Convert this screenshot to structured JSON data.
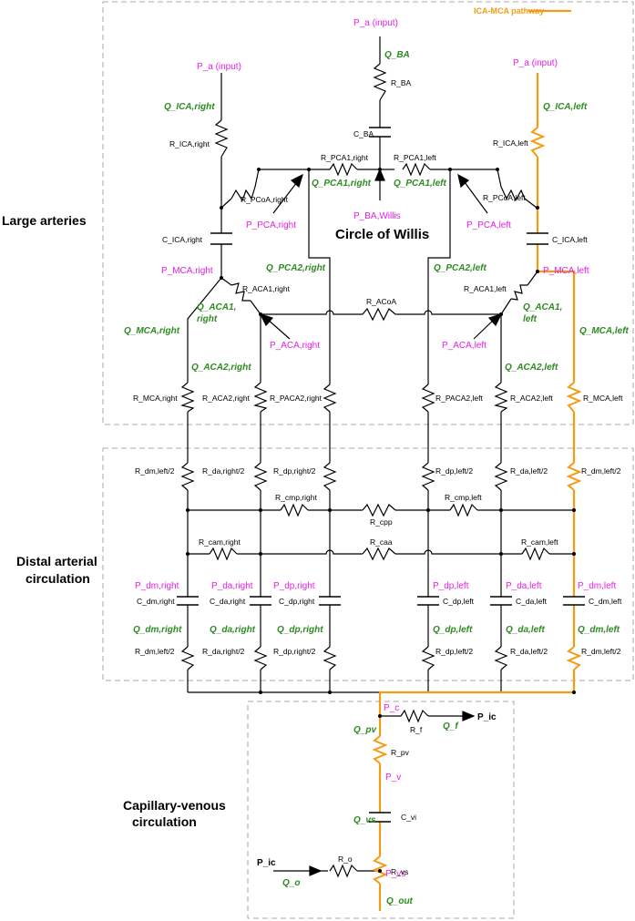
{
  "legend": {
    "label": "ICA-MCA pathway",
    "color": "#f39c12"
  },
  "colors": {
    "pressure": "#e61ee6",
    "flow": "#2e8b22",
    "wire": "#000000",
    "box": "#aaaaaa"
  },
  "sections": {
    "large": "Large arteries",
    "distal_1": "Distal arterial",
    "distal_2": "circulation",
    "capillary_1": "Capillary-venous",
    "capillary_2": "circulation"
  },
  "circle_of_willis": "Circle of Willis",
  "pressures": {
    "pa_top": "P_a (input)",
    "pa_right": "P_a (input)",
    "pa_left": "P_a (input)",
    "pba_willis": "P_BA,Willis",
    "ppca_right": "P_PCA,right",
    "ppca_left": "P_PCA,left",
    "pmca_right": "P_MCA,right",
    "pmca_left": "P_MCA,left",
    "paca_right": "P_ACA,right",
    "paca_left": "P_ACA,left",
    "pdm_right": "P_dm,right",
    "pda_right": "P_da,right",
    "pdp_right": "P_dp,right",
    "pdp_left": "P_dp,left",
    "pda_left": "P_da,left",
    "pdm_left": "P_dm,left",
    "pc": "P_c",
    "pv": "P_v",
    "pvs": "P_vs"
  },
  "flows": {
    "qba": "Q_BA",
    "qica_right": "Q_ICA,right",
    "qica_left": "Q_ICA,left",
    "qpca1_right": "Q_PCA1,right",
    "qpca1_left": "Q_PCA1,left",
    "qpca2_right": "Q_PCA2,right",
    "qpca2_left": "Q_PCA2,left",
    "qaca1_right_1": "Q_ACA1,",
    "qaca1_right_2": "right",
    "qaca1_left_1": "Q_ACA1,",
    "qaca1_left_2": "left",
    "qmca_right": "Q_MCA,right",
    "qmca_left": "Q_MCA,left",
    "qaca2_right": "Q_ACA2,right",
    "qaca2_left": "Q_ACA2,left",
    "qdm_right": "Q_dm,right",
    "qda_right": "Q_da,right",
    "qdp_right": "Q_dp,right",
    "qdp_left": "Q_dp,left",
    "qda_left": "Q_da,left",
    "qdm_left": "Q_dm,left",
    "qpv": "Q_pv",
    "qf": "Q_f",
    "qvs": "Q_vs",
    "qo": "Q_o",
    "qout": "Q_out"
  },
  "terminals": {
    "pic_right": "P_ic",
    "pic_left": "P_ic"
  },
  "components": {
    "r_ba": "R_BA",
    "c_ba": "C_BA",
    "r_ica_right": "R_ICA,right",
    "r_ica_left": "R_ICA,left",
    "r_pca1_right": "R_PCA1,right",
    "r_pca1_left": "R_PCA1,left",
    "r_pcoa_right": "R_PCoA,right",
    "r_pcoa_left": "R_PCoA,left",
    "c_ica_right": "C_ICA,right",
    "c_ica_left": "C_ICA,left",
    "r_aca1_right": "R_ACA1,right",
    "r_aca1_left": "R_ACA1,left",
    "r_acoa": "R_ACoA",
    "r_mca_right": "R_MCA,right",
    "r_aca2_right": "R_ACA2,right",
    "r_paca2_right": "R_PACA2,right",
    "r_paca2_left": "R_PACA2,left",
    "r_aca2_left": "R_ACA2,left",
    "r_mca_left": "R_MCA,left",
    "r_dm_top_right": "R_dm,left/2",
    "r_da_top_right": "R_da,right/2",
    "r_dp_top_right": "R_dp,right/2",
    "r_dp_top_left": "R_dp,left/2",
    "r_da_top_left": "R_da,left/2",
    "r_dm_top_left": "R_dm,left/2",
    "r_cmp_right": "R_cmp,right",
    "r_cpp": "R_cpp",
    "r_cmp_left": "R_cmp,left",
    "r_cam_right": "R_cam,right",
    "r_caa": "R_caa",
    "r_cam_left": "R_cam,left",
    "c_dm_right": "C_dm,right",
    "c_da_right": "C_da,right",
    "c_dp_right": "C_dp,right",
    "c_dp_left": "C_dp,left",
    "c_da_left": "C_da,left",
    "c_dm_left": "C_dm,left",
    "r_dm_bot_right": "R_dm,left/2",
    "r_da_bot_right": "R_da,right/2",
    "r_dp_bot_right": "R_dp,right/2",
    "r_dp_bot_left": "R_dp,left/2",
    "r_da_bot_left": "R_da,left/2",
    "r_dm_bot_left": "R_dm,left/2",
    "r_f": "R_f",
    "r_pv": "R_pv",
    "c_vi": "C_vi",
    "r_vs": "R_vs",
    "r_o": "R_o"
  }
}
